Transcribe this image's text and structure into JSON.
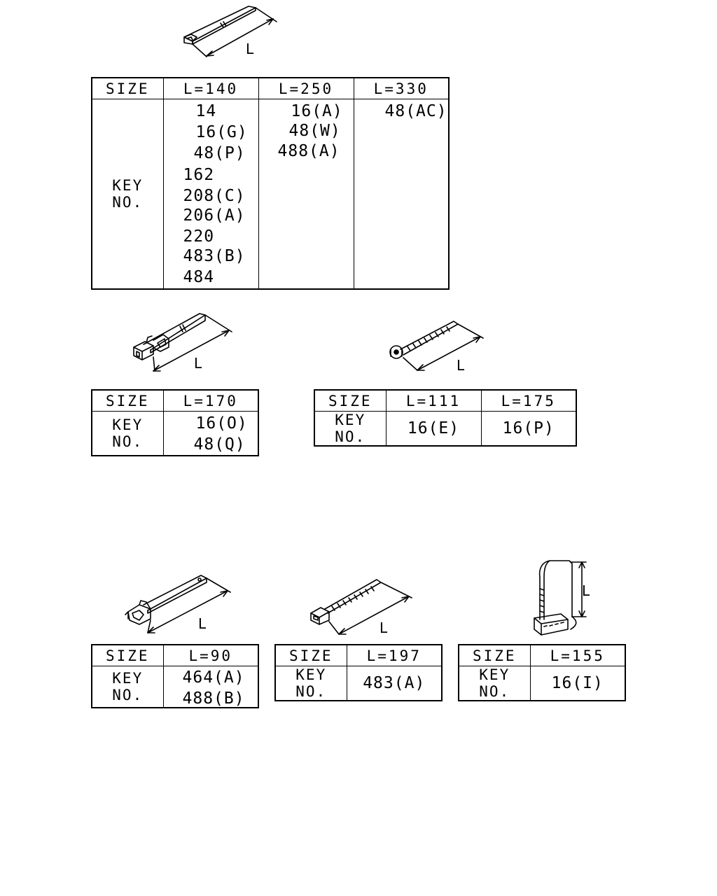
{
  "dim_label": "L",
  "row_labels": {
    "size": "SIZE",
    "key_no": "KEY NO."
  },
  "table1": {
    "sizes": [
      "L=140",
      "L=250",
      "L=330"
    ],
    "key_numbers": [
      [
        "14",
        "16(G)",
        "48(P)",
        "162",
        "208(C)",
        "206(A)",
        "220",
        "483(B)",
        "484"
      ],
      [
        "16(A)",
        "48(W)",
        "488(A)"
      ],
      [
        "48(AC)"
      ]
    ]
  },
  "table2": {
    "sizes": [
      "L=170"
    ],
    "key_numbers": [
      [
        "16(O)",
        "48(Q)"
      ]
    ]
  },
  "table3": {
    "sizes": [
      "L=111",
      "L=175"
    ],
    "key_numbers": [
      [
        "16(E)"
      ],
      [
        "16(P)"
      ]
    ]
  },
  "table4": {
    "sizes": [
      "L=90"
    ],
    "key_numbers": [
      [
        "464(A)",
        "488(B)"
      ]
    ]
  },
  "table5": {
    "sizes": [
      "L=197"
    ],
    "key_numbers": [
      [
        "483(A)"
      ]
    ]
  },
  "table6": {
    "sizes": [
      "L=155"
    ],
    "key_numbers": [
      [
        "16(I)"
      ]
    ]
  }
}
